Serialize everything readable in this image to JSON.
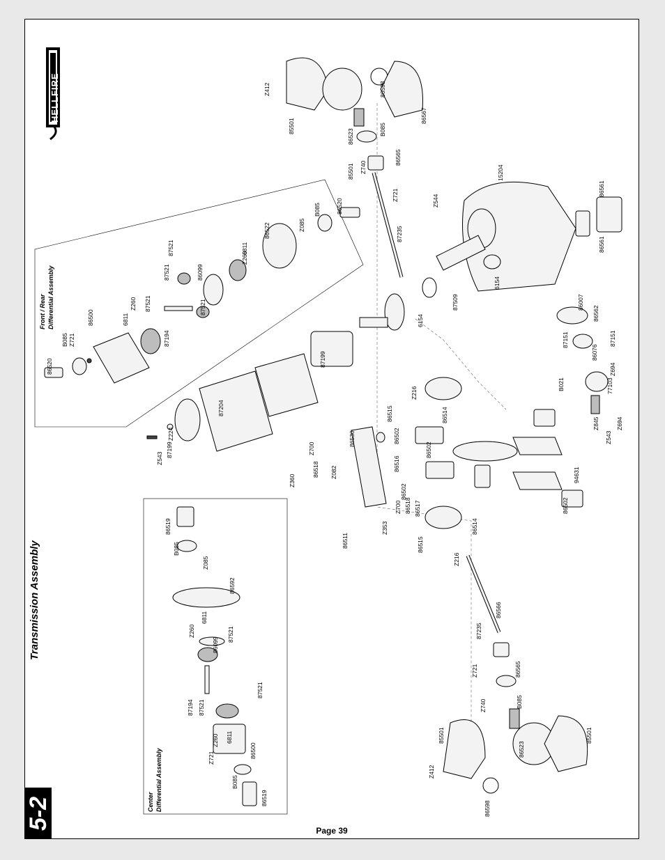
{
  "page": {
    "section_number": "5-2",
    "section_title": "Transmission Assembly",
    "page_label": "Page 39",
    "brand_logo": "HELLFIRE",
    "colors": {
      "border": "#000000",
      "tab": "#000000",
      "paper": "#ffffff",
      "background": "#e9e9e9"
    }
  },
  "diagram": {
    "front_rear_diff": {
      "title_line1": "Front / Rear",
      "title_line2": "Differential Assembly",
      "labels": [
        "86520",
        "B085",
        "Z721",
        "86500",
        "6811",
        "Z260",
        "87521",
        "87194",
        "87521",
        "87521",
        "86099",
        "87521",
        "Z260",
        "6811",
        "86522",
        "Z085",
        "B085",
        "86520"
      ]
    },
    "center_diff": {
      "title_line1": "Center",
      "title_line2": "Differential Assembly",
      "labels": [
        "86519",
        "B085",
        "Z085",
        "86592",
        "6811",
        "Z260",
        "86099",
        "87521",
        "87194",
        "87521",
        "87521",
        "Z260",
        "6811",
        "Z721",
        "86500",
        "B085",
        "86519"
      ]
    },
    "top_rear_assembly": {
      "labels": [
        "Z412",
        "85501",
        "86598",
        "86523",
        "B085",
        "85501",
        "Z740",
        "86565",
        "Z721",
        "87235",
        "86567"
      ]
    },
    "engine_assembly": {
      "labels": [
        "15204",
        "Z544",
        "86561",
        "86561",
        "6154",
        "87509",
        "6154",
        "86007",
        "86562",
        "87151",
        "87151",
        "86076",
        "Z694",
        "B021",
        "77103",
        "Z694",
        "Z845",
        "Z543"
      ]
    },
    "clutch_assembly": {
      "labels": [
        "87199",
        "87204",
        "87199",
        "Z224",
        "Z543"
      ]
    },
    "chassis_center": {
      "labels": [
        "Z700",
        "86530",
        "Z216",
        "86515",
        "86514",
        "86518",
        "Z360",
        "Z082",
        "86502",
        "86516",
        "86518",
        "86502",
        "86517",
        "Z700",
        "Z353",
        "86511",
        "86515",
        "86514",
        "Z216",
        "86502",
        "94631",
        "86502"
      ]
    },
    "bottom_front_assembly": {
      "labels": [
        "86566",
        "87235",
        "Z721",
        "Z740",
        "86565",
        "B085",
        "85501",
        "86523",
        "Z412",
        "86598",
        "85501"
      ]
    }
  }
}
